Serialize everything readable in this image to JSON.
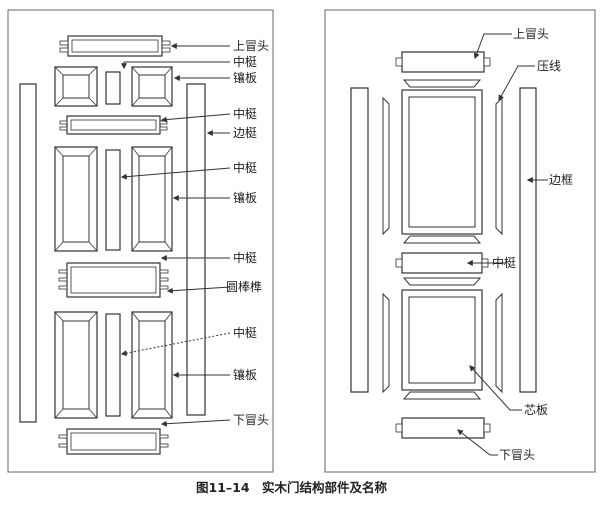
{
  "caption": {
    "figure_number": "图11–14",
    "title": "实木门结构部件及名称"
  },
  "left_panel": {
    "labels": {
      "top_rail": "上冒头",
      "mid_stile_1": "中梃",
      "panel_1": "镶板",
      "mid_rail_1": "中梃",
      "stile": "边梃",
      "mid_stile_2": "中梃",
      "panel_2": "镶板",
      "mid_rail_2": "中梃",
      "dowel": "圆棒榫",
      "mid_stile_3": "中梃",
      "panel_3": "镶板",
      "bottom_rail": "下冒头"
    }
  },
  "right_panel": {
    "labels": {
      "top_rail": "上冒头",
      "bead": "压线",
      "frame": "边框",
      "mid_rail": "中梃",
      "core_panel": "芯板",
      "bottom_rail": "下冒头"
    }
  },
  "colors": {
    "line": "#333333",
    "text": "#222222",
    "background": "#ffffff"
  }
}
